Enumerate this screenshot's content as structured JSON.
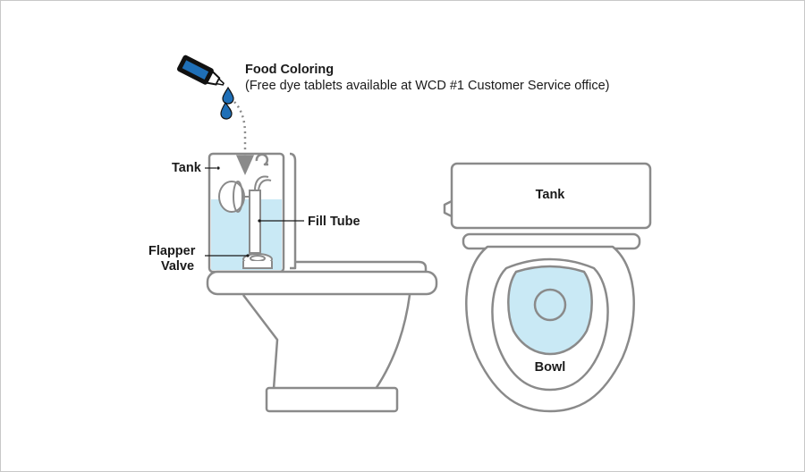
{
  "food_coloring": {
    "title": "Food Coloring",
    "subtitle": "(Free dye tablets available at WCD #1 Customer Service office)"
  },
  "side_view": {
    "tank_label": "Tank",
    "fill_tube_label": "Fill Tube",
    "flapper_label_line1": "Flapper",
    "flapper_label_line2": "Valve"
  },
  "top_view": {
    "tank_label": "Tank",
    "bowl_label": "Bowl"
  },
  "colors": {
    "outline": "#8a8a8a",
    "water": "#c9e9f5",
    "dye": "#1f6fb7",
    "text": "#1a1a1a"
  },
  "icons": [
    "dye-bottle-icon",
    "drop-icon",
    "dotted-arrow-icon"
  ]
}
